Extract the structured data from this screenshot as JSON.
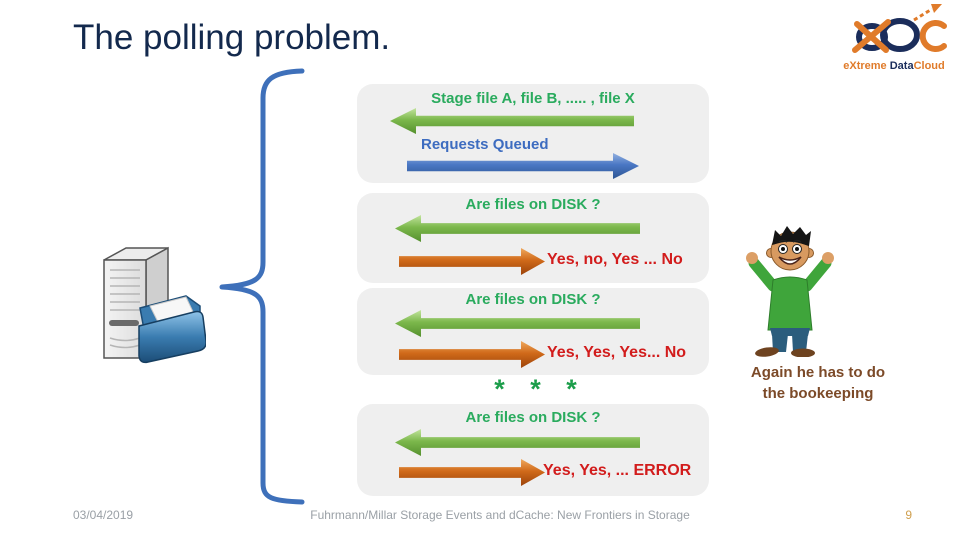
{
  "title": "The polling problem.",
  "logo": {
    "brand_prefix": "eXtreme",
    "brand_mid": "Data",
    "brand_suffix": "Cloud"
  },
  "diagram": {
    "box1": {
      "request_label": "Stage file A, file B, ..... , file X",
      "queue_label": "Requests Queued"
    },
    "box2": {
      "query": "Are files on DISK ?",
      "answer": "Yes, no, Yes ... No"
    },
    "box3": {
      "query": "Are files on DISK ?",
      "answer": "Yes, Yes, Yes... No"
    },
    "separator": "* * *",
    "box4": {
      "query": "Are files on DISK ?",
      "answer": "Yes, Yes, ... ERROR"
    }
  },
  "caption": "Again he has to do the bookeeping",
  "footer": {
    "date": "03/04/2019",
    "credit": "Fuhrmann/Millar Storage Events and dCache: New Frontiers in Storage",
    "page": "9"
  },
  "colors": {
    "title_navy": "#13294d",
    "green_text": "#2aab5e",
    "blue_text": "#3d6cc0",
    "red_text": "#d21c1c",
    "brown_text": "#7c4a28",
    "green_arrow": "#7cb84c",
    "blue_arrow": "#4a77c4",
    "orange_arrow": "#d06a1a",
    "brace_blue": "#3e70ba",
    "box_bg": "#efefef",
    "logo_orange": "#e07b2a",
    "logo_navy": "#1b2d5b",
    "page_number_color": "#cf9f4e"
  }
}
